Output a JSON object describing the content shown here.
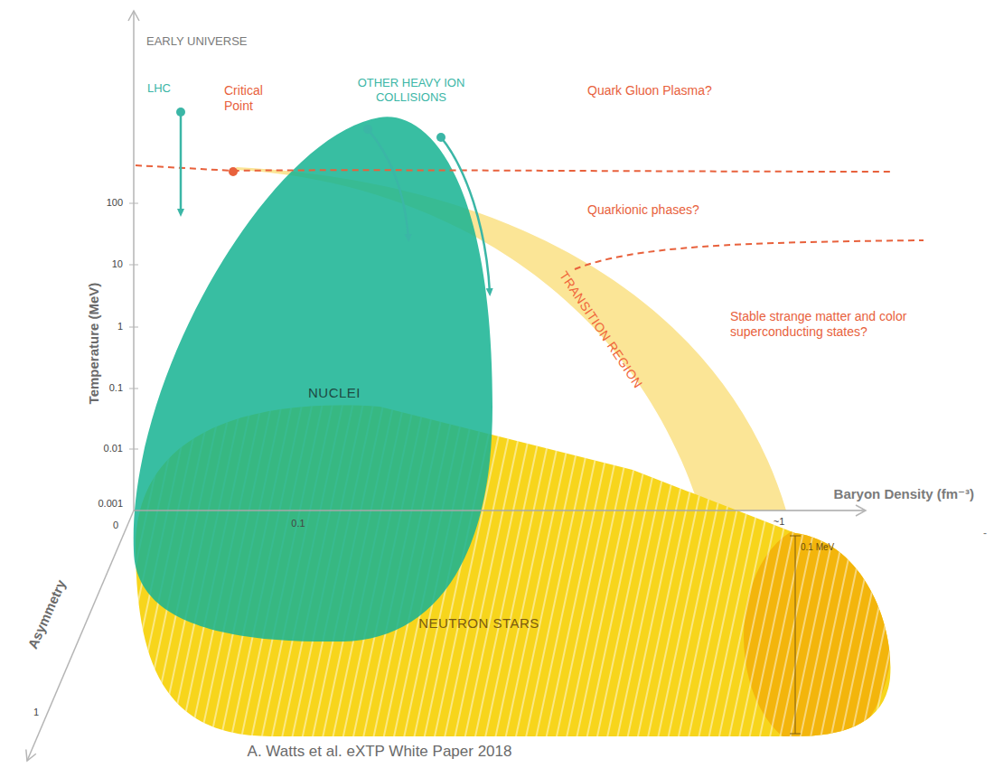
{
  "diagram": {
    "caption": "A. Watts et al. eXTP White Paper 2018",
    "nodes": [
      {
        "text": [
          "TRANSITION REGION"
        ]
      },
      {
        "text": [
          "NEUTRON STARS"
        ]
      },
      {
        "text": [
          "NUCLEI"
        ]
      }
    ],
    "labels": [
      "EARLY UNIVERSE",
      "LHC",
      "Critical Point",
      "OTHER HEAVY ION COLLISIONS",
      "Quark Gluon Plasma?",
      "Quarkionic phases?",
      "Stable strange matter and color superconducting states?",
      "Temperature (MeV)",
      "100",
      "10",
      "1",
      "0.1",
      "0.01",
      "0.001",
      "0",
      "0.1",
      "~1",
      "Baryon Density (fm⁻³)",
      "Asymmetry",
      "1",
      "0.1 MeV",
      "-"
    ]
  }
}
